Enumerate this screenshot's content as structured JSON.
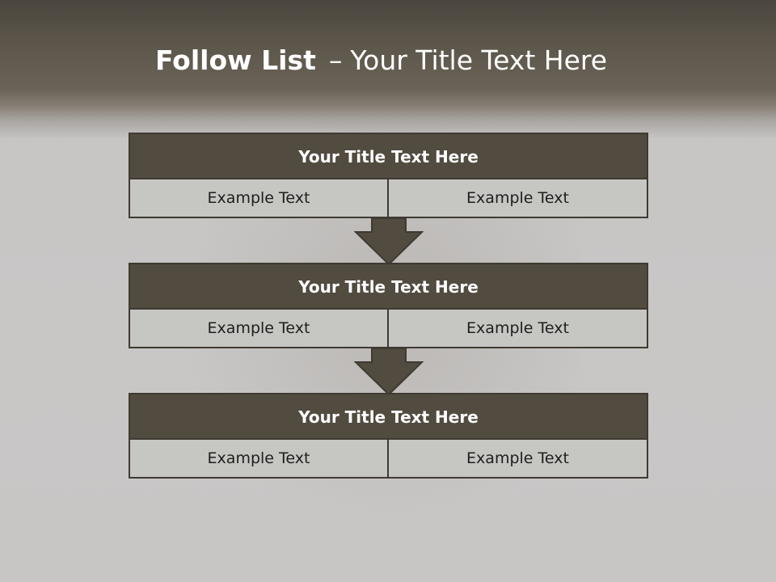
{
  "slide": {
    "title_bold": "Follow List",
    "title_separator": "–",
    "title_rest": "Your Title Text Here"
  },
  "steps": [
    {
      "title": "Your Title Text Here",
      "left": "Example Text",
      "right": "Example Text"
    },
    {
      "title": "Your Title Text Here",
      "left": "Example Text",
      "right": "Example Text"
    },
    {
      "title": "Your Title Text Here",
      "left": "Example Text",
      "right": "Example Text"
    }
  ],
  "colors": {
    "title_bar": "#514b40",
    "cell_fill": "#c6c6c2",
    "border": "#3f3a32",
    "arrow": "#514b40"
  }
}
